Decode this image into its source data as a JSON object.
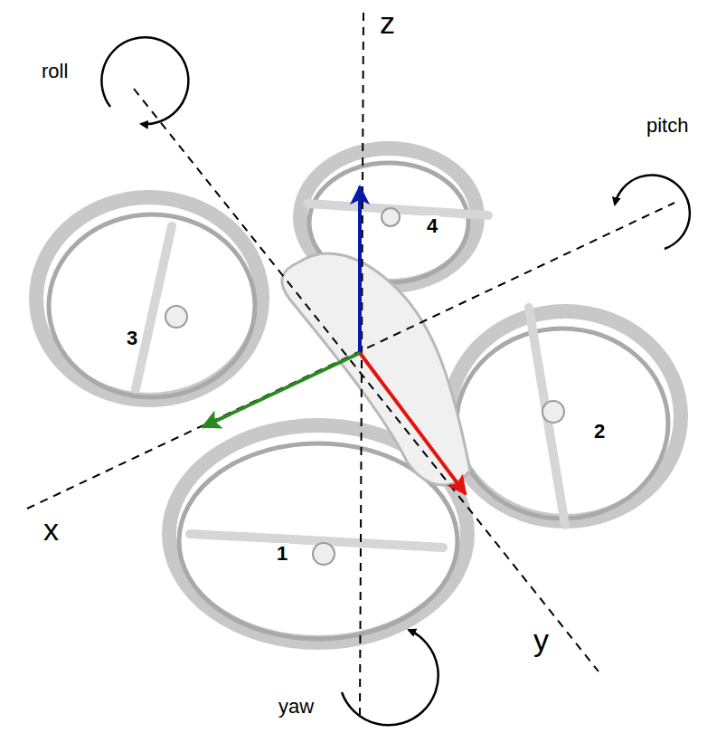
{
  "diagram": {
    "labels": [
      "z",
      "roll",
      "pitch",
      "4",
      "3",
      "2",
      "x",
      "1",
      "y",
      "yaw"
    ]
  }
}
